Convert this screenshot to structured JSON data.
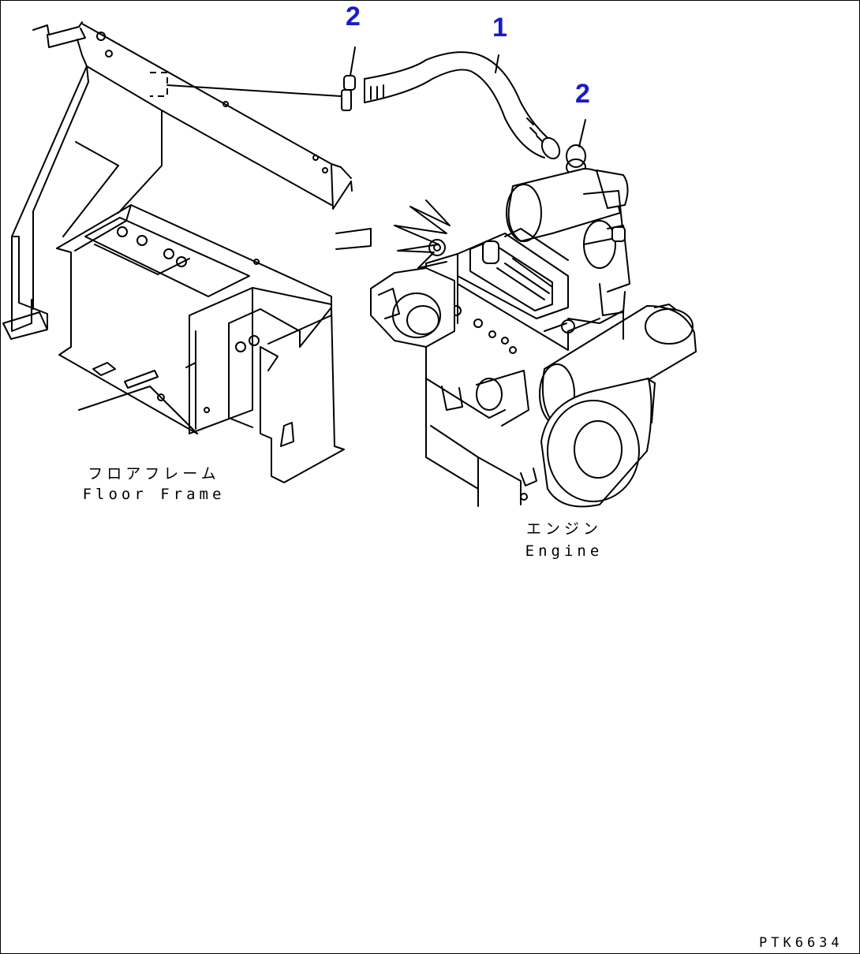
{
  "callouts": {
    "clamp_top": "2",
    "hose": "1",
    "clamp_right": "2",
    "color": "#1a1acc"
  },
  "labels": {
    "floor_frame_jp": "フロアフレーム",
    "floor_frame_en": "Floor Frame",
    "engine_jp": "エンジン",
    "engine_en": "Engine"
  },
  "drawing_code": "PTK6634"
}
